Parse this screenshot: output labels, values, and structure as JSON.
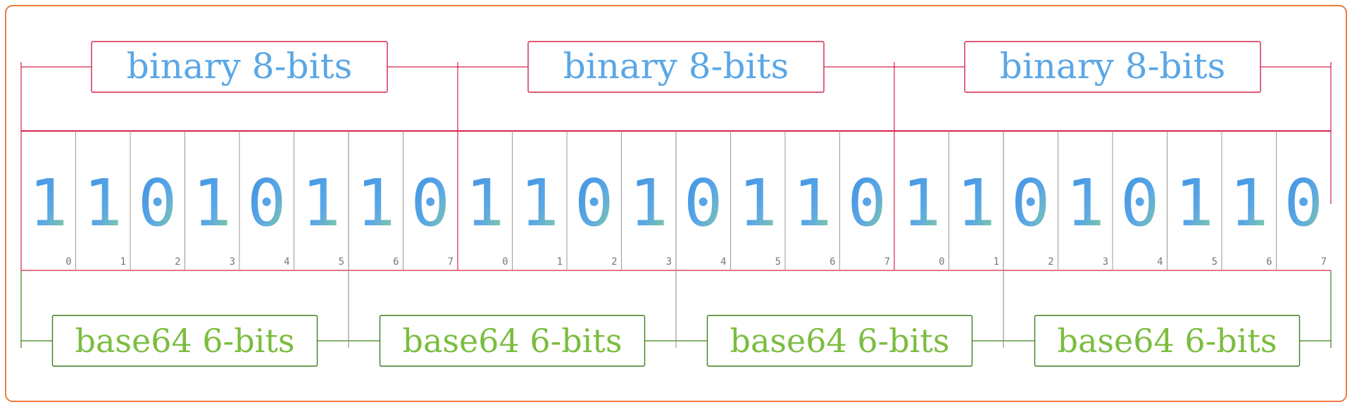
{
  "colors": {
    "frame": "#f07a3e",
    "binary_label": "#5aa7e6",
    "binary_rule": "#d4244c",
    "base64_label": "#7bbd3f",
    "base64_rule": "#3f7d1f",
    "digit_top": "#3b8fe2",
    "digit_bottom": "#8fd48c",
    "cell_divider": "#9a9a9a",
    "index_text": "#777777"
  },
  "binary_groups": [
    {
      "label": "binary 8-bits"
    },
    {
      "label": "binary 8-bits"
    },
    {
      "label": "binary 8-bits"
    }
  ],
  "base64_groups": [
    {
      "label": "base64 6-bits"
    },
    {
      "label": "base64 6-bits"
    },
    {
      "label": "base64 6-bits"
    },
    {
      "label": "base64 6-bits"
    }
  ],
  "bits": [
    {
      "value": "1",
      "index": "0"
    },
    {
      "value": "1",
      "index": "1"
    },
    {
      "value": "0",
      "index": "2"
    },
    {
      "value": "1",
      "index": "3"
    },
    {
      "value": "0",
      "index": "4"
    },
    {
      "value": "1",
      "index": "5"
    },
    {
      "value": "1",
      "index": "6"
    },
    {
      "value": "0",
      "index": "7"
    },
    {
      "value": "1",
      "index": "0"
    },
    {
      "value": "1",
      "index": "1"
    },
    {
      "value": "0",
      "index": "2"
    },
    {
      "value": "1",
      "index": "3"
    },
    {
      "value": "0",
      "index": "4"
    },
    {
      "value": "1",
      "index": "5"
    },
    {
      "value": "1",
      "index": "6"
    },
    {
      "value": "0",
      "index": "7"
    },
    {
      "value": "1",
      "index": "0"
    },
    {
      "value": "1",
      "index": "1"
    },
    {
      "value": "0",
      "index": "2"
    },
    {
      "value": "1",
      "index": "3"
    },
    {
      "value": "0",
      "index": "4"
    },
    {
      "value": "1",
      "index": "5"
    },
    {
      "value": "1",
      "index": "6"
    },
    {
      "value": "0",
      "index": "7"
    }
  ]
}
